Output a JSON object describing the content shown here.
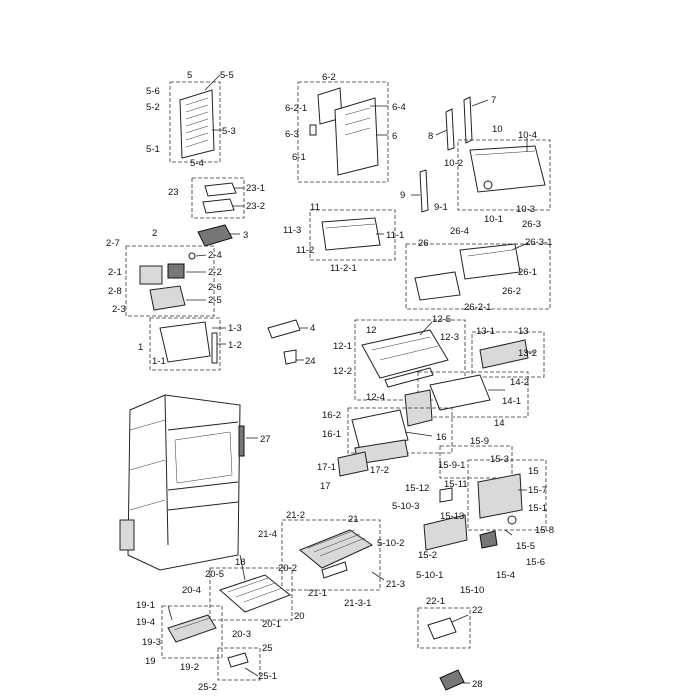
{
  "labels": {
    "l5": "5",
    "l5_5": "5-5",
    "l5_6": "5-6",
    "l5_2": "5-2",
    "l5_3": "5-3",
    "l5_1": "5-1",
    "l5_4": "5-4",
    "l6_2": "6-2",
    "l6_2_1": "6-2-1",
    "l6_4": "6-4",
    "l6_3": "6-3",
    "l6": "6",
    "l6_1": "6-1",
    "l7": "7",
    "l8": "8",
    "l10": "10",
    "l10_4": "10-4",
    "l10_2": "10-2",
    "l9": "9",
    "l9_1": "9-1",
    "l10_1": "10-1",
    "l10_3": "10-3",
    "l23": "23",
    "l23_1": "23-1",
    "l23_2": "23-2",
    "l3": "3",
    "l11": "11",
    "l11_3": "11-3",
    "l11_1": "11-1",
    "l11_2": "11-2",
    "l11_2_1": "11-2-1",
    "l26_3": "26-3",
    "l26_4": "26-4",
    "l26_3_1": "26-3-1",
    "l26": "26",
    "l26_1": "26-1",
    "l26_2": "26-2",
    "l26_2_1": "26-2-1",
    "l2": "2",
    "l2_7": "2-7",
    "l2_4": "2-4",
    "l2_1": "2-1",
    "l2_2": "2-2",
    "l2_6": "2-6",
    "l2_8": "2-8",
    "l2_5": "2-5",
    "l2_3": "2-3",
    "l1_3": "1-3",
    "l1": "1",
    "l1_2": "1-2",
    "l1_1": "1-1",
    "l4": "4",
    "l24": "24",
    "l12": "12",
    "l12_5": "12-5",
    "l12_1": "12-1",
    "l12_3": "12-3",
    "l12_2": "12-2",
    "l12_4": "12-4",
    "l13_1": "13-1",
    "l13": "13",
    "l13_2": "13-2",
    "l14_2": "14-2",
    "l14_1": "14-1",
    "l14": "14",
    "l16_2": "16-2",
    "l16_1": "16-1",
    "l16": "16",
    "l17_1": "17-1",
    "l17_2": "17-2",
    "l17": "17",
    "l27": "27",
    "l15_9": "15-9",
    "l15_9_1": "15-9-1",
    "l15_3": "15-3",
    "l15": "15",
    "l15_7": "15-7",
    "l15_1": "15-1",
    "l15_12": "15-12",
    "l15_11": "15-11",
    "l5_10_3": "5-10-3",
    "l15_13": "15-13",
    "l15_8": "15-8",
    "l15_5": "15-5",
    "l5_10_2": "5-10-2",
    "l15_2": "15-2",
    "l15_6": "15-6",
    "l15_4": "15-4",
    "l5_10_1": "5-10-1",
    "l15_10": "15-10",
    "l21_2": "21-2",
    "l21": "21",
    "l21_4": "21-4",
    "l21_3": "21-3",
    "l21_1": "21-1",
    "l21_3_1": "21-3-1",
    "l18": "18",
    "l20_5": "20-5",
    "l20_2": "20-2",
    "l20_4": "20-4",
    "l20": "20",
    "l20_1": "20-1",
    "l20_3": "20-3",
    "l19_1": "19-1",
    "l19_4": "19-4",
    "l19_3": "19-3",
    "l19": "19",
    "l19_2": "19-2",
    "l25": "25",
    "l25_1": "25-1",
    "l25_2": "25-2",
    "l22_1": "22-1",
    "l22": "22",
    "l28": "28"
  }
}
